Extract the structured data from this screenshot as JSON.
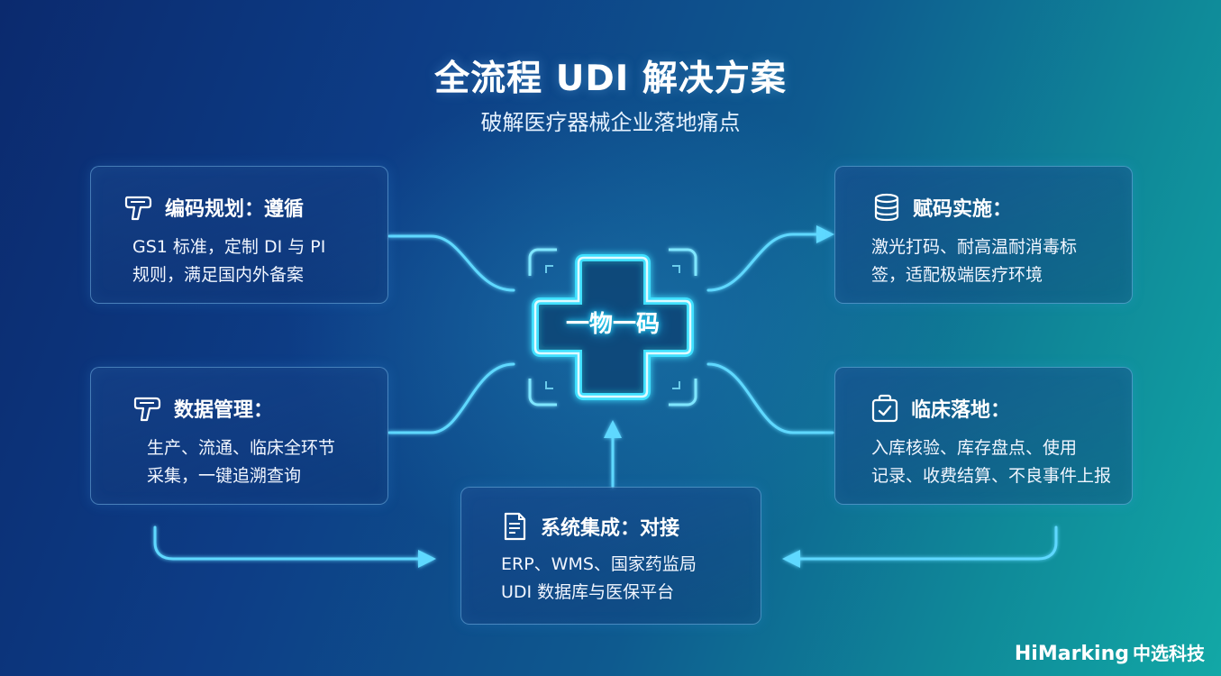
{
  "title": "全流程 UDI 解决方案",
  "subtitle": "破解医疗器械企业落地痛点",
  "center": "一物一码",
  "cards": {
    "coding": {
      "icon": "scanner-icon",
      "title": "编码规划：遵循",
      "lines": [
        "GS1 标准，定制 DI 与 PI",
        "规则，满足国内外备案"
      ]
    },
    "data": {
      "icon": "scanner-icon",
      "title": "数据管理：",
      "lines": [
        "生产、流通、临床全环节",
        "采集，一键追溯查询"
      ]
    },
    "marking": {
      "icon": "database-icon",
      "title": "赋码实施：",
      "lines": [
        "激光打码、耐高温耐消毒标",
        "签，适配极端医疗环境"
      ]
    },
    "clinical": {
      "icon": "clipboard-check-icon",
      "title": "临床落地：",
      "lines": [
        "入库核验、库存盘点、使用",
        "记录、收费结算、不良事件上报"
      ]
    },
    "system": {
      "icon": "document-icon",
      "title": "系统集成：对接",
      "lines": [
        "ERP、WMS、国家药监局",
        "UDI 数据库与医保平台"
      ]
    }
  },
  "brand": {
    "en": "HiMarking",
    "cn": "中选科技"
  },
  "colors": {
    "accent": "#3fe0ff",
    "line": "#5fd8ff"
  }
}
